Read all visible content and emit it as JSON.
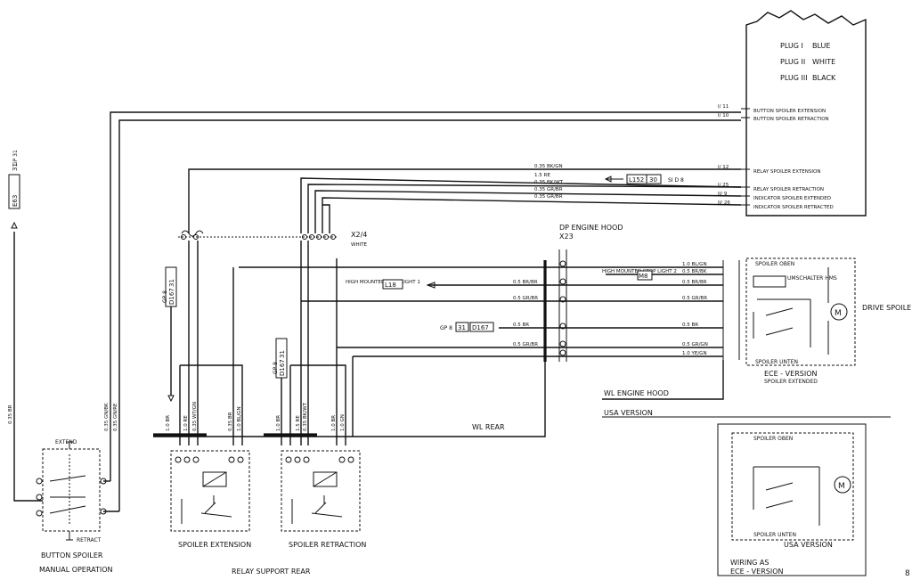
{
  "plugs": {
    "p1": "PLUG I",
    "p2": "PLUG II",
    "p3": "PLUG III",
    "c1": "BLUE",
    "c2": "WHITE",
    "c3": "BLACK"
  },
  "control_unit": {
    "labels": [
      "BUTTON  SPOILER EXTENSION",
      "BUTTON  SPOILER RETRACTION",
      "RELAY  SPOILER EXTENSION",
      "RELAY  SPOILER RETRACTION",
      "INDICATOR  SPOILER EXTENDED",
      "INDICATOR  SPOILER RETRACTED"
    ],
    "pins": [
      "I/ 11",
      "I/ 10",
      "I/ 12",
      "I/ 25",
      "II/ 9",
      "II/ 26"
    ]
  },
  "wires": {
    "top": [
      "0.35 BK/GN",
      "1.5 RE",
      "0.35 BK/WT",
      "0.35 GR/BR",
      "0.35 GR/BR"
    ],
    "hood_left": [
      "0.5 BR/BR",
      "0.5 GR/BR",
      "0.5 BR",
      "0.5 GR/BR"
    ],
    "hood_right": [
      "1.0 BL/GN",
      "0.5 BR/BK",
      "0.5 BR/BR",
      "0.5 GR/BR",
      "0.5 BR",
      "0.5 GR/GN",
      "1.0 YE/GN"
    ],
    "vertical_left": [
      "0.35 BR",
      "0.35 GN/BK",
      "0.35 GN/RE"
    ],
    "vertical_rel1": [
      "1.0 BR",
      "1.0 RE",
      "0.35 WT/GN",
      "1.0 BL/GN",
      "0.35 BR"
    ],
    "vertical_rel2": [
      "1.0 BR",
      "1.5 RE",
      "0.35 BK/WT",
      "1.0 BR",
      "1.0 GN"
    ]
  },
  "refs": {
    "l152": "L152",
    "n30": "30",
    "sid": "SI  D 8",
    "l18": "L18",
    "m8": "M8",
    "d167a": "D167",
    "n31a": "31",
    "gp8a": "GP 8",
    "e63": "E63",
    "n31b": "31",
    "gp31": "GP 31",
    "d167b": "D167",
    "n31c": "31",
    "gp8b": "GP 8",
    "d167c": "D167",
    "n31d": "31",
    "gp8c": "GP 8"
  },
  "labels": {
    "x24": "X2/4",
    "white": "WHITE",
    "dp_engine_hood": "DP ENGINE HOOD",
    "x23": "X23",
    "high_mounted_left": "HIGH MOUNTED STOP LIGHT 1",
    "high_mounted_right": "HIGH MOUNTED STOP LIGHT 2",
    "spoiler_oben": "SPOILER OBEN",
    "umschalter": "UMSCHALTER HMS",
    "spoiler_unten": "SPOILER UNTEN",
    "drive_spoiler": "DRIVE SPOILER",
    "ece_version": "ECE - VERSION",
    "spoiler_extended": "SPOILER EXTENDED",
    "wl_engine_hood": "WL ENGINE HOOD",
    "usa_version": "USA VERSION",
    "wl_rear": "WL REAR",
    "extend": "EXTEND",
    "retract": "RETRACT",
    "button_spoiler": "BUTTON SPOILER",
    "manual_operation": "MANUAL OPERATION",
    "spoiler_extension": "SPOILER EXTENSION",
    "spoiler_retraction": "SPOILER RETRACTION",
    "relay_support_rear": "RELAY SUPPORT REAR",
    "usa_spoiler_oben": "SPOILER OBEN",
    "usa_spoiler_unten": "SPOILER UNTEN",
    "usa_version_box": "USA VERSION",
    "wiring_as": "WIRING AS",
    "ece_version2": "ECE - VERSION",
    "page_mark": "8"
  }
}
